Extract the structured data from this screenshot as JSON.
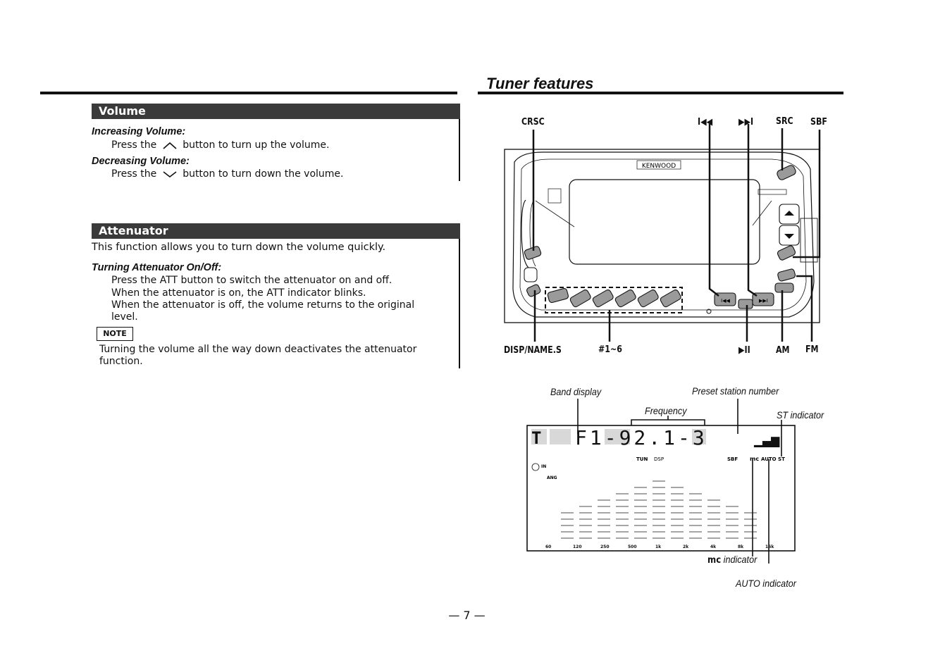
{
  "page_number": "— 7 —",
  "volume": {
    "heading": "Volume",
    "increasing_title": "Increasing Volume:",
    "increasing_pre": "Press the",
    "increasing_post": "button to turn up the volume.",
    "decreasing_title": "Decreasing Volume:",
    "decreasing_pre": "Press the",
    "decreasing_post": "button to turn down the volume.",
    "up_icon": "chevron-up-icon",
    "down_icon": "chevron-down-icon"
  },
  "attenuator": {
    "heading": "Attenuator",
    "intro": "This function allows you to turn down the volume quickly.",
    "subtitle": "Turning Attenuator On/Off:",
    "lines": [
      "Press the ATT button to switch the attenuator on and off.",
      "When the attenuator is on, the ATT indicator blinks.",
      "When the attenuator is off, the volume returns to the original",
      "level."
    ],
    "note_label": "NOTE",
    "note_lines": [
      "Turning the volume all the way down deactivates the attenuator",
      "function."
    ]
  },
  "tuner": {
    "title": "Tuner features",
    "labels": {
      "crsc": "CRSC",
      "prev": "I◀◀",
      "next": "▶▶I",
      "src": "SRC",
      "sbf": "SBF",
      "disp": "DISP/NAME.S",
      "preset": "#1~6",
      "play": "▶II",
      "am": "AM",
      "fm": "FM"
    },
    "faceplate_brand": "KENWOOD",
    "display_captions": {
      "band": "Band display",
      "preset_number": "Preset station number",
      "frequency": "Frequency",
      "st": "ST indicator",
      "mc": "indicator",
      "mc_logo": "mc",
      "auto": "AUTO indicator"
    },
    "display_text": "F1-92.1-3",
    "display_small": {
      "tun": "TUN",
      "dsp": "DSP",
      "sbf": "SBF",
      "mc": "mc",
      "auto_st": "AUTO ST",
      "in": "IN",
      "ang": "ANG",
      "freq_scale": [
        "60",
        "120",
        "250",
        "500",
        "1k",
        "2k",
        "4k",
        "8k",
        "16k"
      ]
    }
  }
}
